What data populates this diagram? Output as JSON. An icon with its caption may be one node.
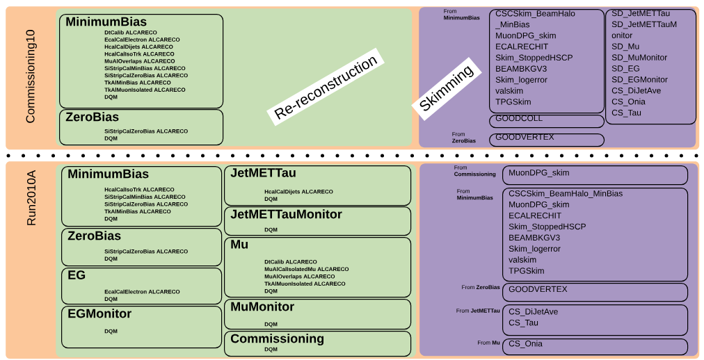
{
  "diagram": {
    "nodes": [
      {
        "text": [
          "Commissioning10"
        ]
      },
      {
        "text": [],
        "shape": "box",
        "in": 0
      },
      {
        "text": [
          "MinimumBias",
          "DtCalib ALCARECO",
          "EcalCalElectron ALCARECO",
          "HcalCalDijets ALCARECO",
          "HcalCalIsoTrk ALCARECO",
          "MuAlOverlaps ALCARECO",
          "SiStripCalMinBias ALCARECO",
          "SiStripCalZeroBias ALCARECO",
          "TkAlMinBias ALCARECO",
          "TkAlMuonIsolated ALCARECO",
          "DQM"
        ],
        "in": 1
      },
      {
        "text": [
          "ZeroBias",
          "SiStripCalZeroBias ALCARECO",
          "DQM"
        ],
        "in": 1
      },
      {
        "text": [
          "Re-reconstruction"
        ],
        "in": 1
      },
      {
        "text": [],
        "shape": "box",
        "in": 0
      },
      {
        "text": [
          "Skimming"
        ],
        "in": 5
      },
      {
        "text": [
          "CSCSkim_BeamHalo _MinBias",
          "MuonDPG_skim",
          "ECALRECHIT",
          "Skim_StoppedHSCP",
          "BEAMBKGV3",
          "Skim_logerror",
          "valskim",
          "TPGSkim"
        ],
        "beside": [
          "From **MinimumBias**"
        ],
        "in": 5
      },
      {
        "text": [
          "SD_JetMETTau",
          "SD_JetMETTauM onitor",
          "SD_Mu",
          "SD_MuMonitor",
          "SD_EG",
          "SD_EGMonitor",
          "CS_DiJetAve",
          "CS_Onia",
          "CS_Tau"
        ],
        "in": 5
      },
      {
        "text": [
          "GOODCOLL"
        ],
        "in": 5
      },
      {
        "text": [
          "GOODVERTEX"
        ],
        "beside": [
          "From **ZeroBias**"
        ],
        "in": 5
      },
      {
        "text": [
          "Run2010A"
        ]
      },
      {
        "text": [],
        "shape": "box",
        "in": 11
      },
      {
        "text": [
          "MinimumBias",
          "HcalCalIsoTrk ALCARECO",
          "SiStripCalMinBias ALCARECO",
          "SiStripCalZeroBias ALCARECO",
          "TkAlMinBias ALCARECO",
          "DQM"
        ],
        "in": 12
      },
      {
        "text": [
          "ZeroBias",
          "SiStripCalZeroBias ALCARECO",
          "DQM"
        ],
        "in": 12
      },
      {
        "text": [
          "EG",
          "EcalCalElectron ALCARECO",
          "DQM"
        ],
        "in": 12
      },
      {
        "text": [
          "EGMonitor",
          "DQM"
        ],
        "in": 12
      },
      {
        "text": [
          "JetMETTau",
          "HcalCalDijets ALCARECO",
          "DQM"
        ],
        "in": 12
      },
      {
        "text": [
          "JetMETTauMonitor",
          "DQM"
        ],
        "in": 12
      },
      {
        "text": [
          "Mu",
          "DtCalib ALCARECO",
          "MuAlCalIsolatedMu ALCARECO",
          "MuAlOverlaps ALCARECO",
          "TkAlMuonIsolated ALCARECO",
          "DQM"
        ],
        "in": 12
      },
      {
        "text": [
          "MuMonitor",
          "DQM"
        ],
        "in": 12
      },
      {
        "text": [
          "Commissioning",
          "DQM"
        ],
        "in": 12
      },
      {
        "text": [],
        "shape": "box",
        "in": 11
      },
      {
        "text": [
          "MuonDPG_skim"
        ],
        "beside": [
          "From **Commissioning**"
        ],
        "in": 22
      },
      {
        "text": [
          "CSCSkim_BeamHalo_MinBias",
          "MuonDPG_skim",
          "ECALRECHIT",
          "Skim_StoppedHSCP",
          "BEAMBKGV3",
          "Skim_logerror",
          "valskim",
          "TPGSkim"
        ],
        "beside": [
          "From **MinimumBias**"
        ],
        "in": 22
      },
      {
        "text": [
          "GOODVERTEX"
        ],
        "beside": [
          "From **ZeroBias**"
        ],
        "in": 22
      },
      {
        "text": [
          "CS_DiJetAve",
          "CS_Tau"
        ],
        "beside": [
          "From **JetMETTau**"
        ],
        "in": 22
      },
      {
        "text": [
          "CS_Onia"
        ],
        "beside": [
          "From **Mu**"
        ],
        "in": 22
      }
    ]
  }
}
